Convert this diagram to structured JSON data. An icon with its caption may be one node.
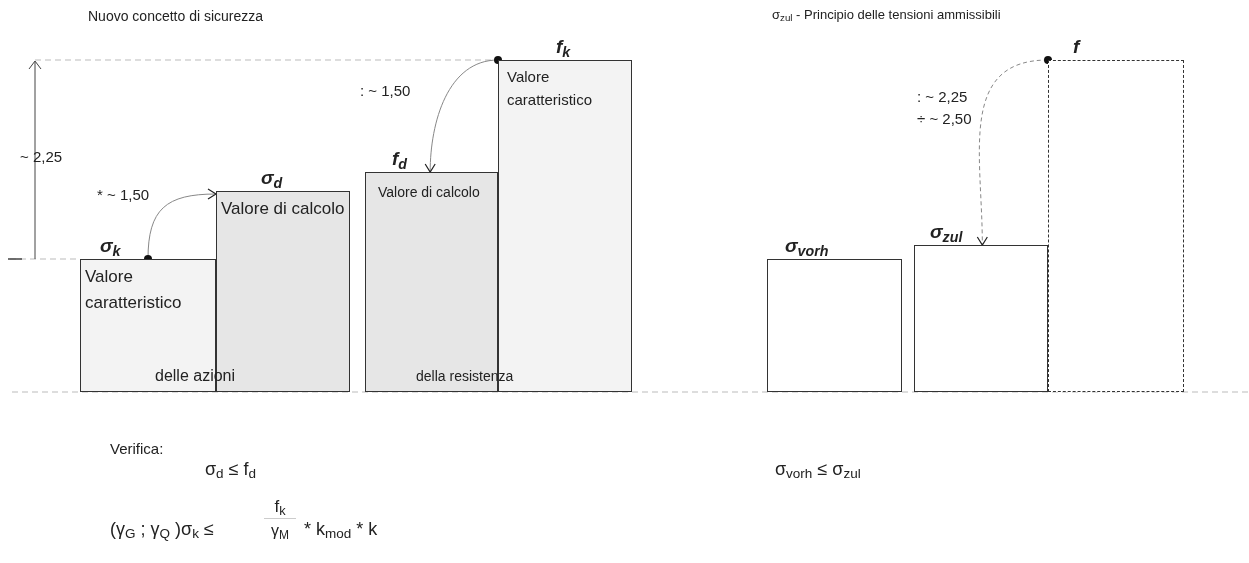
{
  "diagram": {
    "title": "Nuovo concetto di sicurezza",
    "nodes": [
      {
        "text": [
          "σ$_{k}$",
          "Valore caratteristico"
        ]
      },
      {
        "text": [
          "σ$_{d}$",
          "Valore di calcolo"
        ]
      },
      {
        "text": [
          "f$_{d}$",
          "Valore di calcolo"
        ]
      },
      {
        "text": [
          "f$_{k}$",
          "Valore caratteristico"
        ]
      },
      {
        "text": [
          "σ$_{vorh}$"
        ]
      },
      {
        "text": [
          "σ$_{zul}$"
        ]
      },
      {
        "text": [
          "f"
        ]
      }
    ],
    "edges": [
      {
        "from": 0,
        "to": 1,
        "arrow": "to",
        "label": "* ~ 1,50"
      },
      {
        "from": 3,
        "to": 2,
        "arrow": "to",
        "label": ": ~ 1,50"
      },
      {
        "from": 6,
        "to": 5,
        "arrow": "to",
        "label": ": ~ 2,25 ÷ ~ 2,50",
        "style": "dashed"
      }
    ],
    "labels": [
      "σ$_{zul}$ - Principio delle tensioni ammissibili",
      "~ 2,25",
      "delle azioni",
      "della resistenza",
      "Verifica:",
      "σ$_{d}$  ≤ f$_{d}$",
      "σ$_{vorh}$  ≤  σ$_{zul}$",
      "(γ$_{G}$ ; γ$_{Q}$ )σ$_{k}$  ≤",
      "f$_{k}$",
      "γ$_{M}$",
      "* k$_{mod}$  * k"
    ]
  }
}
